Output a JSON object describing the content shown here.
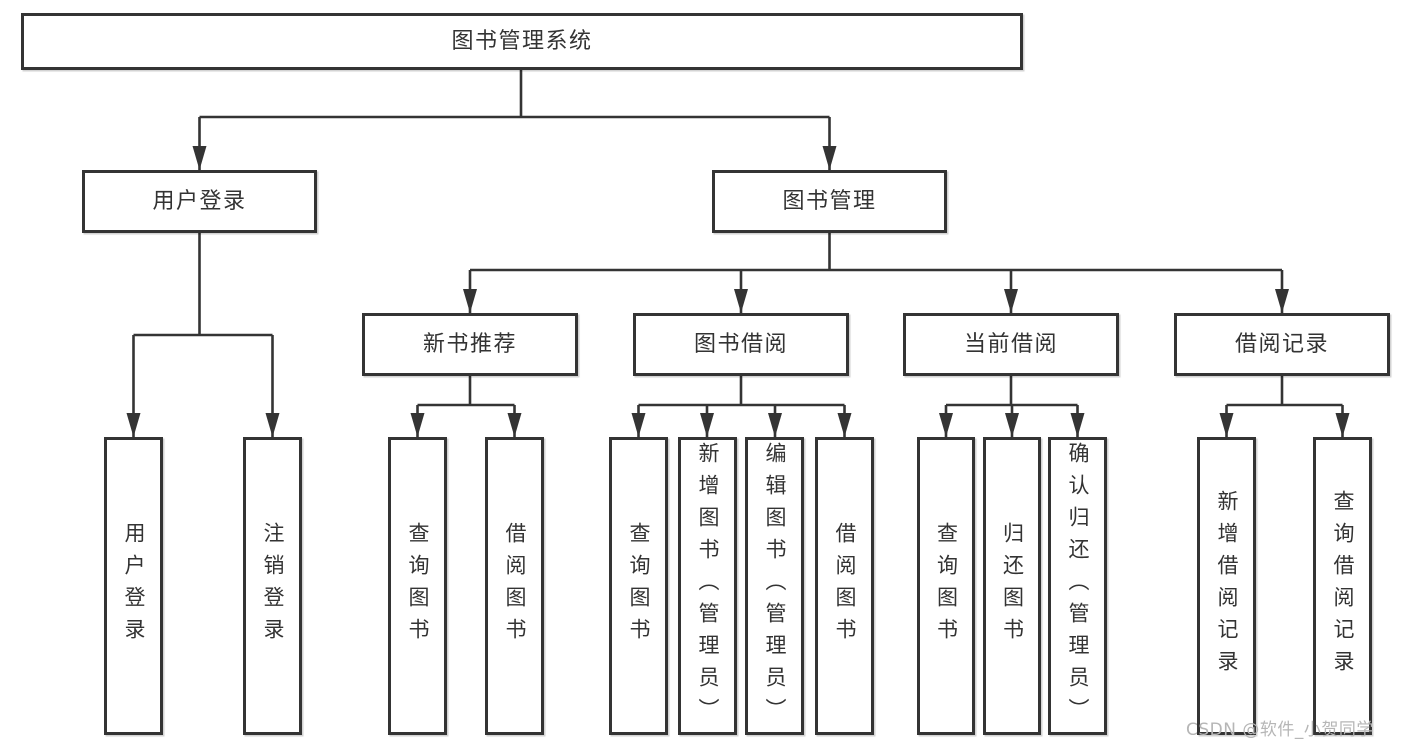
{
  "diagram": {
    "type": "hierarchy-tree",
    "root": {
      "label": "图书管理系统"
    },
    "branches": [
      {
        "label": "用户登录",
        "children": [
          {
            "label": "用户登录"
          },
          {
            "label": "注销登录"
          }
        ]
      },
      {
        "label": "图书管理",
        "children": [
          {
            "label": "新书推荐",
            "children": [
              {
                "label": "查询图书"
              },
              {
                "label": "借阅图书"
              }
            ]
          },
          {
            "label": "图书借阅",
            "children": [
              {
                "label": "查询图书"
              },
              {
                "label": "新增图书（管理员）"
              },
              {
                "label": "编辑图书（管理员）"
              },
              {
                "label": "借阅图书"
              }
            ]
          },
          {
            "label": "当前借阅",
            "children": [
              {
                "label": "查询图书"
              },
              {
                "label": "归还图书"
              },
              {
                "label": "确认归还（管理员）"
              }
            ]
          },
          {
            "label": "借阅记录",
            "children": [
              {
                "label": "新增借阅记录"
              },
              {
                "label": "查询借阅记录"
              }
            ]
          }
        ]
      }
    ]
  },
  "colors": {
    "line": "#343434",
    "box_border": "#343434",
    "text": "#333333",
    "background": "#ffffff",
    "watermark": "#b6b6b6"
  },
  "watermark": {
    "text": "CSDN @软件_小贺同学"
  }
}
